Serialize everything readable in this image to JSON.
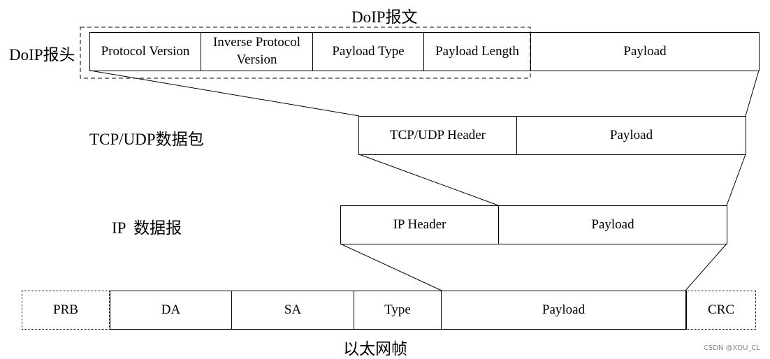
{
  "titles": {
    "doip_message": "DoIP报文",
    "doip_header": "DoIP报头",
    "tcp_udp_packet": "TCP/UDP数据包",
    "ip_datagram": "IP  数据报",
    "ethernet_frame": "以太网帧"
  },
  "doip_row": {
    "protocol_version": "Protocol Version",
    "inverse_protocol_version": "Inverse Protocol Version",
    "payload_type": "Payload Type",
    "payload_length": "Payload Length",
    "payload": "Payload"
  },
  "tcp_row": {
    "header": "TCP/UDP Header",
    "payload": "Payload"
  },
  "ip_row": {
    "header": "IP Header",
    "payload": "Payload"
  },
  "eth_row": {
    "prb": "PRB",
    "da": "DA",
    "sa": "SA",
    "type": "Type",
    "payload": "Payload",
    "crc": "CRC"
  },
  "watermark": "CSDN @XDU_CL"
}
